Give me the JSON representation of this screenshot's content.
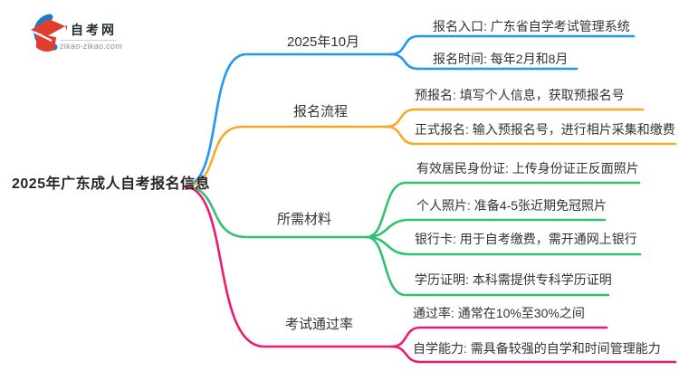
{
  "logo": {
    "site_name": "自考网",
    "site_url": "zikao-zikao.com",
    "icon": "graduation-cap-icon",
    "icon_colors": {
      "cap": "#e23b30",
      "swoosh": "#1b7ec2"
    }
  },
  "mindmap": {
    "root": {
      "label": "2025年广东成人自考报名信息"
    },
    "branches": [
      {
        "label": "2025年10月",
        "color": "#2196F3",
        "children": [
          {
            "label": "报名入口: 广东省自学考试管理系统"
          },
          {
            "label": "报名时间: 每年2月和8月"
          }
        ]
      },
      {
        "label": "报名流程",
        "color": "#F7A928",
        "children": [
          {
            "label": "预报名: 填写个人信息，获取预报名号"
          },
          {
            "label": "正式报名: 输入预报名号，进行相片采集和缴费"
          }
        ]
      },
      {
        "label": "所需材料",
        "color": "#33C070",
        "children": [
          {
            "label": "有效居民身份证: 上传身份证正反面照片"
          },
          {
            "label": "个人照片: 准备4-5张近期免冠照片"
          },
          {
            "label": "银行卡: 用于自考缴费，需开通网上银行"
          },
          {
            "label": "学历证明: 本科需提供专科学历证明"
          }
        ]
      },
      {
        "label": "考试通过率",
        "color": "#EE1A70",
        "children": [
          {
            "label": "通过率: 通常在10%至30%之间"
          },
          {
            "label": "自学能力: 需具备较强的自学和时间管理能力"
          }
        ]
      }
    ]
  }
}
